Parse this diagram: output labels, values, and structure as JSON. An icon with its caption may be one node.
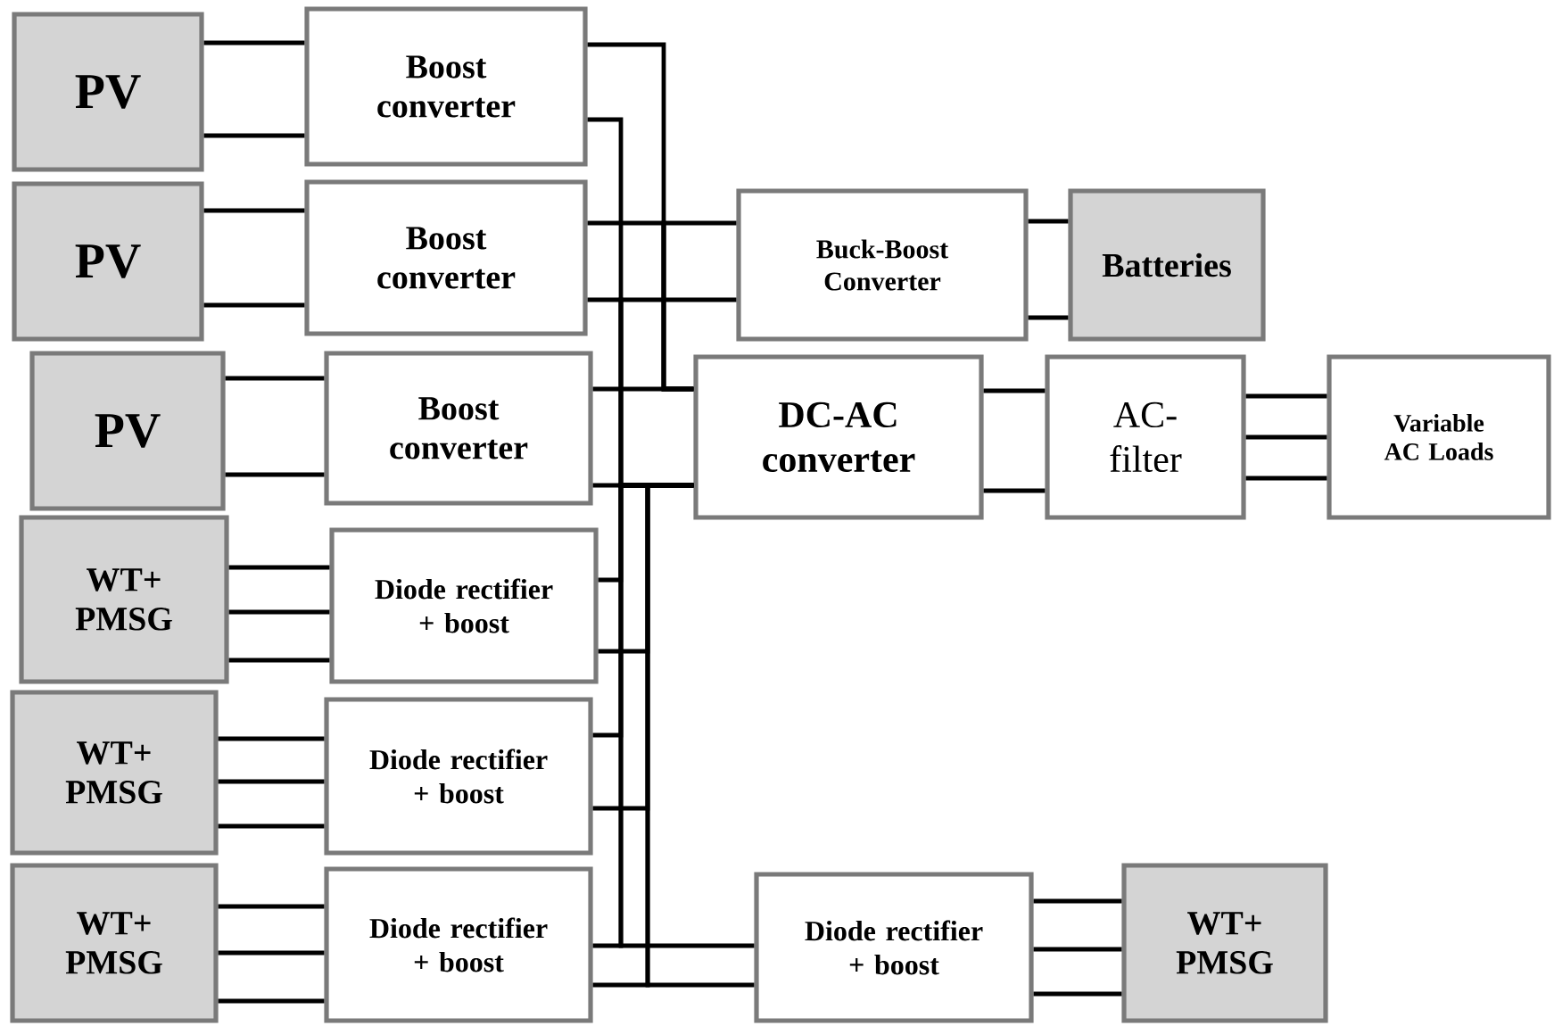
{
  "diagram": {
    "nodes": [
      {
        "text": [
          "PV"
        ]
      },
      {
        "text": [
          "Boost converter"
        ]
      },
      {
        "text": [
          "PV"
        ]
      },
      {
        "text": [
          "Boost converter"
        ]
      },
      {
        "text": [
          "Buck-Boost Converter"
        ]
      },
      {
        "text": [
          "Batteries"
        ]
      },
      {
        "text": [
          "PV"
        ]
      },
      {
        "text": [
          "Boost converter"
        ]
      },
      {
        "text": [
          "DC-AC converter"
        ]
      },
      {
        "text": [
          "AC- filter"
        ]
      },
      {
        "text": [
          "Variable AC Loads"
        ]
      },
      {
        "text": [
          "WT+ PMSG"
        ]
      },
      {
        "text": [
          "Diode rectifier + boost"
        ]
      },
      {
        "text": [
          "WT+ PMSG"
        ]
      },
      {
        "text": [
          "Diode rectifier + boost"
        ]
      },
      {
        "text": [
          "WT+ PMSG"
        ]
      },
      {
        "text": [
          "Diode rectifier + boost"
        ]
      },
      {
        "text": [
          "Diode rectifier + boost"
        ]
      },
      {
        "text": [
          "WT+ PMSG"
        ]
      }
    ],
    "edges": [
      {
        "from": 0,
        "to": 1,
        "arrow": "none"
      },
      {
        "from": 2,
        "to": 3,
        "arrow": "none"
      },
      {
        "from": 5,
        "to": 4,
        "arrow": "none"
      },
      {
        "from": 6,
        "to": 7,
        "arrow": "none"
      },
      {
        "from": 8,
        "to": 9,
        "arrow": "none"
      },
      {
        "from": 9,
        "to": 10,
        "arrow": "none"
      },
      {
        "from": 11,
        "to": 12,
        "arrow": "none"
      },
      {
        "from": 13,
        "to": 14,
        "arrow": "none"
      },
      {
        "from": 15,
        "to": 16,
        "arrow": "none"
      },
      {
        "from": 18,
        "to": 17,
        "arrow": "none"
      },
      {
        "from": 1,
        "to": 8,
        "arrow": "none"
      },
      {
        "from": 3,
        "to": 8,
        "arrow": "none"
      },
      {
        "from": 4,
        "to": 8,
        "arrow": "none"
      },
      {
        "from": 7,
        "to": 8,
        "arrow": "none"
      },
      {
        "from": 12,
        "to": 8,
        "arrow": "none"
      },
      {
        "from": 14,
        "to": 8,
        "arrow": "none"
      },
      {
        "from": 16,
        "to": 8,
        "arrow": "none"
      },
      {
        "from": 17,
        "to": 8,
        "arrow": "none"
      }
    ]
  }
}
